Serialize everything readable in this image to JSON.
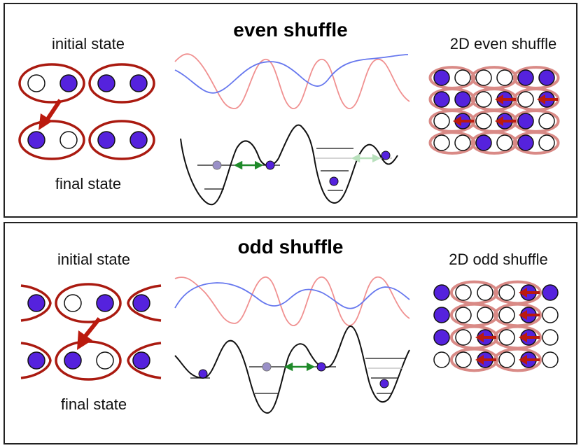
{
  "panels": {
    "even": {
      "title": "even shuffle",
      "initial_label": "initial state",
      "final_label": "final state",
      "grid_label": "2D even shuffle",
      "grid": [
        [
          1,
          0,
          0,
          0,
          1,
          1
        ],
        [
          1,
          1,
          0,
          1,
          0,
          1
        ],
        [
          0,
          1,
          0,
          1,
          1,
          0
        ],
        [
          0,
          0,
          1,
          0,
          1,
          0
        ]
      ]
    },
    "odd": {
      "title": "odd shuffle",
      "initial_label": "initial state",
      "final_label": "final state",
      "grid_label": "2D odd shuffle",
      "grid": [
        [
          1,
          0,
          0,
          0,
          1,
          1
        ],
        [
          1,
          0,
          0,
          0,
          1,
          0
        ],
        [
          1,
          0,
          1,
          0,
          1,
          0
        ],
        [
          0,
          0,
          1,
          0,
          1,
          0
        ]
      ]
    }
  },
  "colors": {
    "atom": "#5522dd",
    "ring": "#aa1a10",
    "grid_ring": "#d98a86",
    "arrow": "#bb1a0e",
    "blue_curve": "#6677ee",
    "red_curve": "#f09090",
    "tunnel_arrow": "#1f8a2a",
    "tunnel_arrow_faded": "#b8e0bc",
    "ghost_atom": "#9a90c8"
  },
  "icons": [
    "arrow-icon",
    "double-arrow-icon"
  ]
}
